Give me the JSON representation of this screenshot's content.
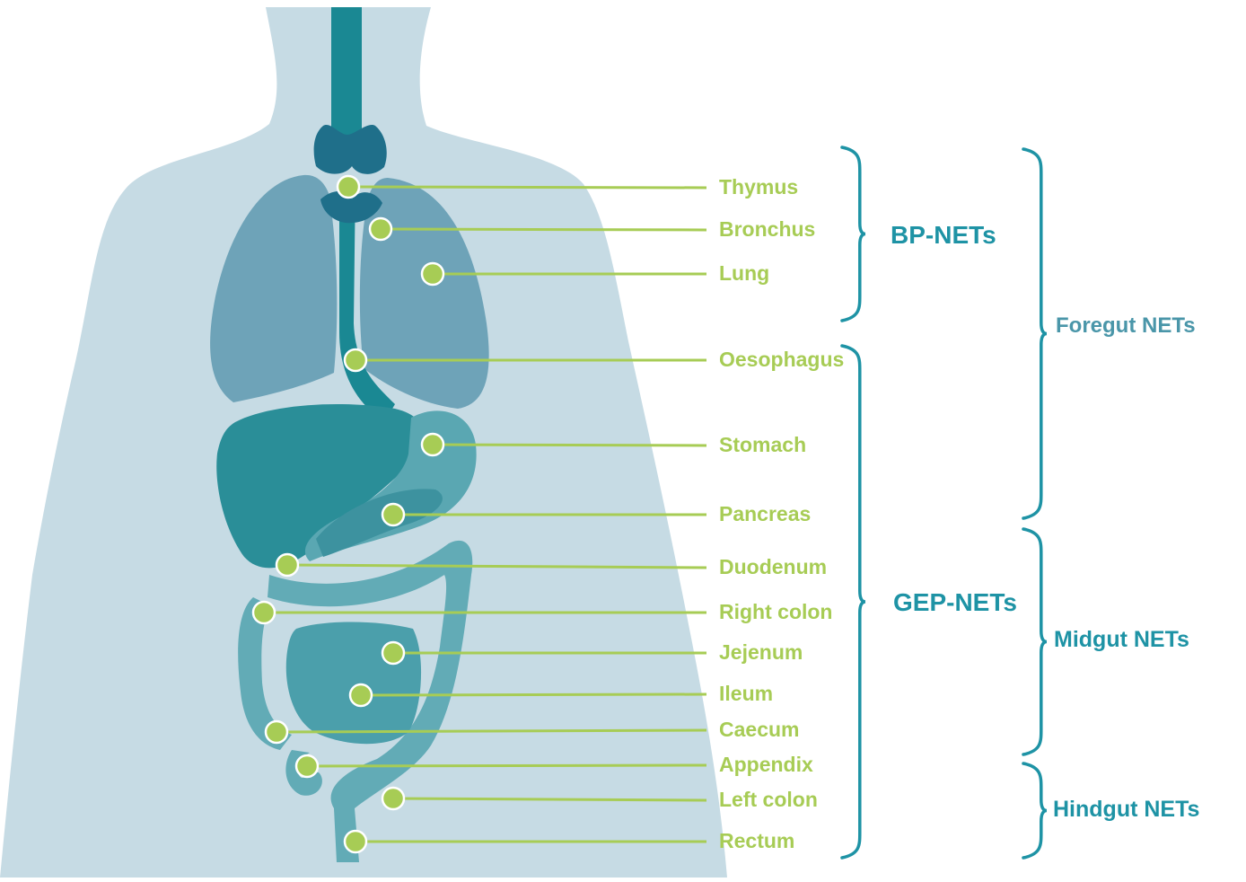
{
  "colors": {
    "body": "#c6dbe4",
    "trachea": "#1a8893",
    "thyroid": "#1f6f8a",
    "lungs": "#6ea3b8",
    "liver": "#2a8e98",
    "stomach": "#5aa7b2",
    "pancreas": "#3d929f",
    "intestine": "#62abb6",
    "smallIntestine": "#4b9fab",
    "marker": "#a7cc55",
    "markerStroke": "#ffffff",
    "leaderLine": "#a7cc55",
    "organLabel": "#a7cc55",
    "bracket": "#1e93a5",
    "groupLabelDark": "#1e93a5",
    "groupLabelForegut": "#4a96a9"
  },
  "organs": [
    {
      "id": "thymus",
      "label": "Thymus"
    },
    {
      "id": "bronchus",
      "label": "Bronchus"
    },
    {
      "id": "lung",
      "label": "Lung"
    },
    {
      "id": "oesophagus",
      "label": "Oesophagus"
    },
    {
      "id": "stomach",
      "label": "Stomach"
    },
    {
      "id": "pancreas",
      "label": "Pancreas"
    },
    {
      "id": "duodenum",
      "label": "Duodenum"
    },
    {
      "id": "right-colon",
      "label": "Right colon"
    },
    {
      "id": "jejenum",
      "label": "Jejenum"
    },
    {
      "id": "ileum",
      "label": "Ileum"
    },
    {
      "id": "caecum",
      "label": "Caecum"
    },
    {
      "id": "appendix",
      "label": "Appendix"
    },
    {
      "id": "left-colon",
      "label": "Left colon"
    },
    {
      "id": "rectum",
      "label": "Rectum"
    }
  ],
  "groups": {
    "bp": "BP-NETs",
    "gep": "GEP-NETs",
    "foregut": "Foregut NETs",
    "midgut": "Midgut NETs",
    "hindgut": "Hindgut NETs"
  }
}
